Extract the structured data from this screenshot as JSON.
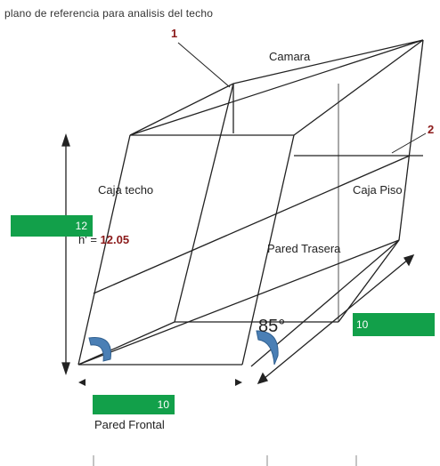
{
  "header": {
    "title": "plano de referencia para analisis del techo"
  },
  "labels": {
    "camara": "Camara",
    "caja_techo": "Caja techo",
    "caja_piso": "Caja Piso",
    "pared_trasera": "Pared Trasera",
    "pared_frontal": "Pared Frontal",
    "marker_1": "1",
    "marker_2": "2",
    "angle": "85°",
    "height_prefix": "h' = ",
    "height_value": "12.05"
  },
  "dimensions": {
    "height": "12",
    "front_width": "10",
    "depth": "10"
  },
  "colors": {
    "box_fill": "#12a04a",
    "arc": "#4a7fb5",
    "marker": "#8b1a1a"
  }
}
